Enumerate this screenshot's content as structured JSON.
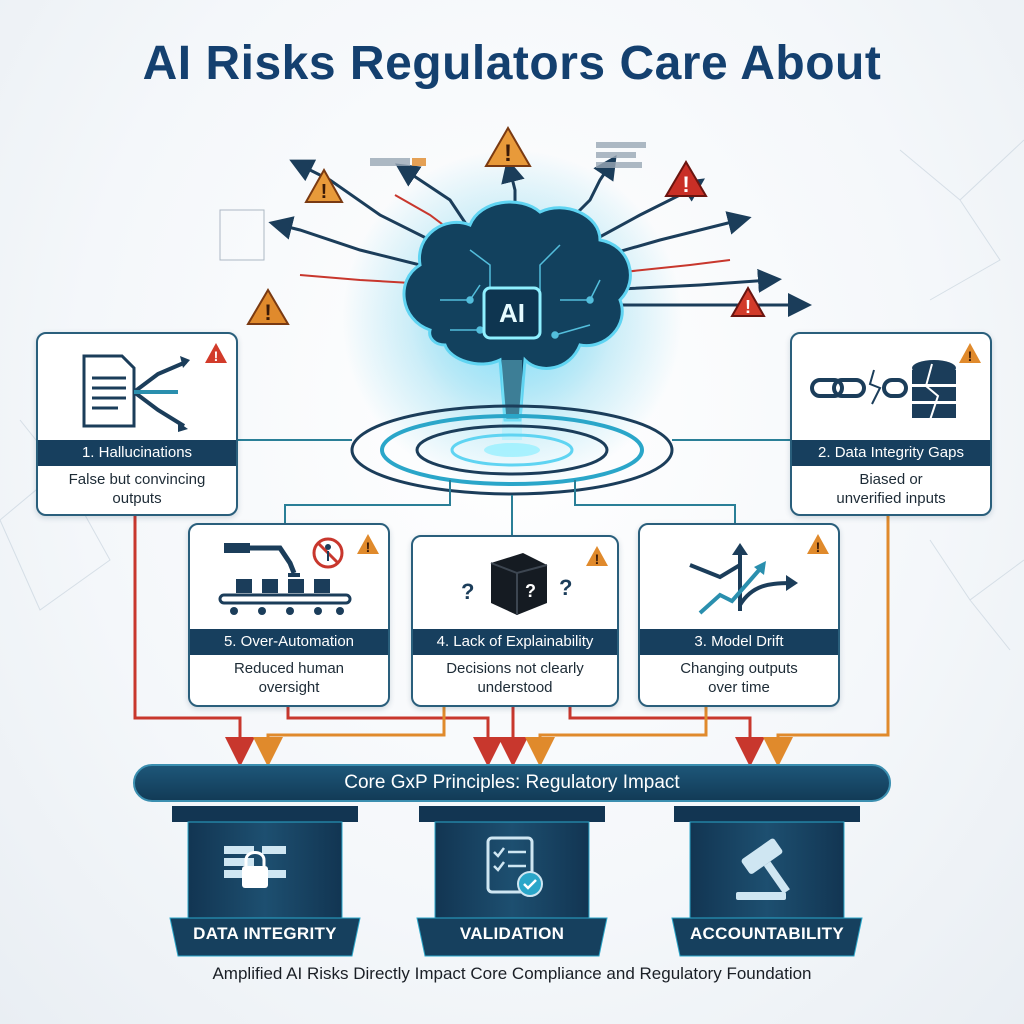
{
  "title": "AI Risks Regulators Care About",
  "center": {
    "label": "AI"
  },
  "risks": [
    {
      "title": "1. Hallucinations",
      "desc_line1": "False but convincing",
      "desc_line2": "outputs",
      "icon": "document-split-arrows-icon"
    },
    {
      "title": "2. Data Integrity Gaps",
      "desc_line1": "Biased or",
      "desc_line2": "unverified inputs",
      "icon": "broken-chain-database-icon"
    },
    {
      "title": "3. Model Drift",
      "desc_line1": "Changing outputs",
      "desc_line2": "over time",
      "icon": "diverging-arrows-icon"
    },
    {
      "title": "4. Lack of Explainability",
      "desc_line1": "Decisions not clearly",
      "desc_line2": "understood",
      "icon": "black-box-question-icon"
    },
    {
      "title": "5. Over-Automation",
      "desc_line1": "Reduced human",
      "desc_line2": "oversight",
      "icon": "robot-arm-conveyor-icon"
    }
  ],
  "banner": "Core GxP Principles: Regulatory Impact",
  "pillars": [
    {
      "label": "DATA INTEGRITY",
      "icon": "lock-database-icon"
    },
    {
      "label": "VALIDATION",
      "icon": "checklist-seal-icon"
    },
    {
      "label": "ACCOUNTABILITY",
      "icon": "gavel-icon"
    }
  ],
  "footer": "Amplified AI Risks Directly Impact Core Compliance and Regulatory Foundation",
  "colors": {
    "title": "#14406f",
    "navy": "#173f5e",
    "teal": "#1f8fb0",
    "arrow_red": "#c8372d",
    "arrow_orange": "#e08a2c",
    "warning": "#d23b2a"
  }
}
